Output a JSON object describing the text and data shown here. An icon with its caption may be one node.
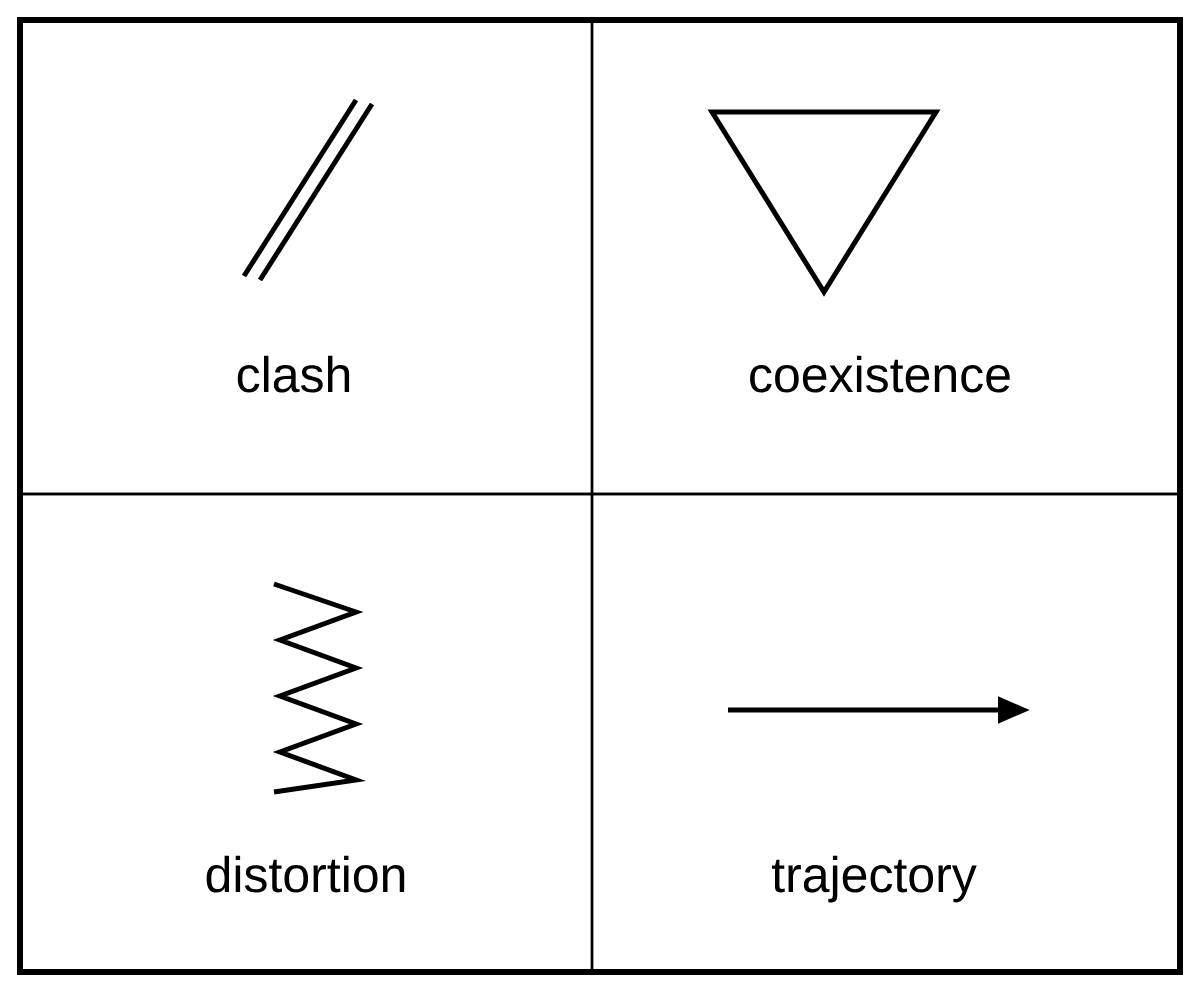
{
  "diagram": {
    "nodes": [
      {
        "text": [
          "clash"
        ]
      },
      {
        "text": [
          "coexistence"
        ]
      },
      {
        "text": [
          "distortion"
        ]
      },
      {
        "text": [
          "trajectory"
        ]
      }
    ]
  }
}
